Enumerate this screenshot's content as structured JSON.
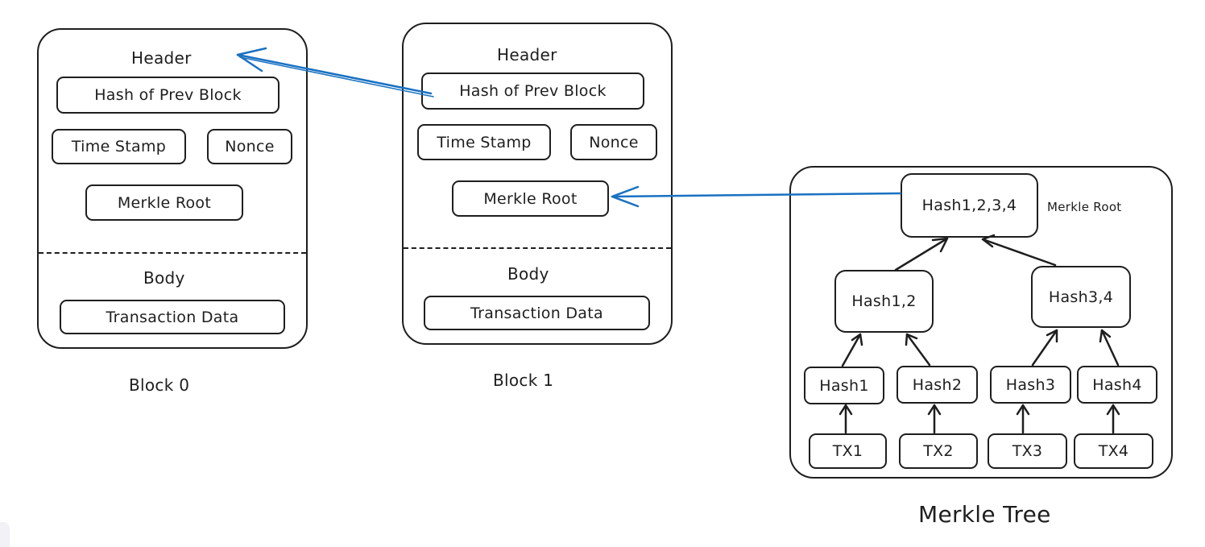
{
  "block0": {
    "header": "Header",
    "hash_prev": "Hash of Prev Block",
    "timestamp": "Time Stamp",
    "nonce": "Nonce",
    "merkle_root": "Merkle Root",
    "body": "Body",
    "transaction_data": "Transaction Data",
    "caption": "Block 0"
  },
  "block1": {
    "header": "Header",
    "hash_prev": "Hash of Prev Block",
    "timestamp": "Time Stamp",
    "nonce": "Nonce",
    "merkle_root": "Merkle Root",
    "body": "Body",
    "transaction_data": "Transaction Data",
    "caption": "Block 1"
  },
  "merkle_tree": {
    "root": "Hash1,2,3,4",
    "root_label": "Merkle Root",
    "level1": [
      "Hash1,2",
      "Hash3,4"
    ],
    "level2": [
      "Hash1",
      "Hash2",
      "Hash3",
      "Hash4"
    ],
    "transactions": [
      "TX1",
      "TX2",
      "TX3",
      "TX4"
    ],
    "caption": "Merkle Tree"
  },
  "colors": {
    "stroke": "#1e1e1e",
    "link_arrow": "#1971c2"
  }
}
